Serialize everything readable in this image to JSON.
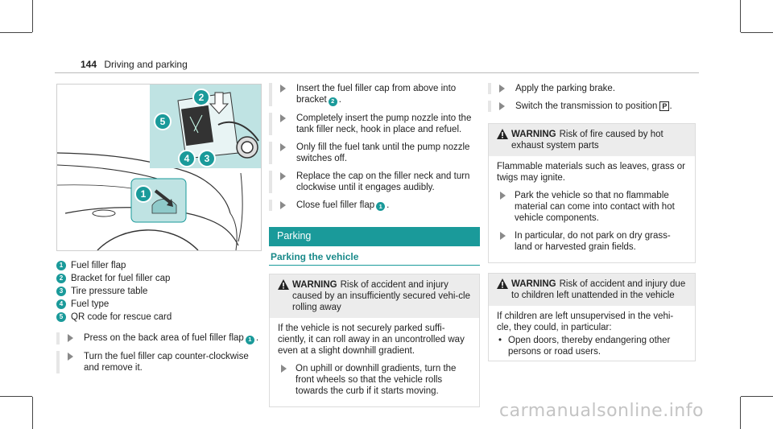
{
  "header": {
    "page_number": "144",
    "title": "Driving and parking"
  },
  "figure": {
    "callouts": [
      "1",
      "2",
      "3",
      "4",
      "5"
    ]
  },
  "legend": [
    {
      "num": "1",
      "text": "Fuel filler flap"
    },
    {
      "num": "2",
      "text": "Bracket for fuel filler cap"
    },
    {
      "num": "3",
      "text": "Tire pressure table"
    },
    {
      "num": "4",
      "text": "Fuel type"
    },
    {
      "num": "5",
      "text": "QR code for rescue card"
    }
  ],
  "col1_steps": [
    {
      "before": "Press on the back area of fuel filler flap",
      "ref": "1",
      "after": "."
    },
    {
      "before": "Turn the fuel filler cap counter-clockwise and remove it.",
      "ref": "",
      "after": ""
    }
  ],
  "col2_steps": [
    {
      "before": "Insert the fuel filler cap from above into bracket",
      "ref": "2",
      "after": "."
    },
    {
      "before": "Completely insert the pump nozzle into the tank filler neck, hook in place and refuel.",
      "ref": "",
      "after": ""
    },
    {
      "before": "Only fill the fuel tank until the pump nozzle switches off.",
      "ref": "",
      "after": ""
    },
    {
      "before": "Replace the cap on the filler neck and turn clockwise until it engages audibly.",
      "ref": "",
      "after": ""
    },
    {
      "before": "Close fuel filler flap",
      "ref": "1",
      "after": "."
    }
  ],
  "parking": {
    "section_title": "Parking",
    "subheading": "Parking the vehicle",
    "warning": {
      "label": "WARNING",
      "title": "Risk of accident and injury caused by an insufficiently secured vehi-cle rolling away",
      "body": "If the vehicle is not securely parked suffi-ciently, it can roll away in an uncontrolled way even at a slight downhill gradient.",
      "step": "On uphill or downhill gradients, turn the front wheels so that the vehicle rolls towards the curb if it starts moving."
    }
  },
  "col3_steps": [
    {
      "text": "Apply the parking brake.",
      "symbol": ""
    },
    {
      "text": "Switch the transmission to position",
      "symbol": "P"
    }
  ],
  "warning_fire": {
    "label": "WARNING",
    "title": "Risk of fire caused by hot exhaust system parts",
    "body": "Flammable materials such as leaves, grass or twigs may ignite.",
    "steps": [
      "Park the vehicle so that no flammable material can come into contact with hot vehicle components.",
      "In particular, do not park on dry grass-land or harvested grain fields."
    ]
  },
  "warning_children": {
    "label": "WARNING",
    "title": "Risk of accident and injury due to children left unattended in the vehicle",
    "body": "If children are left unsupervised in the vehi-cle, they could, in particular:",
    "bullets": [
      "Open doors, thereby endangering other persons or road users."
    ]
  },
  "watermark": "carmanualsonline.info",
  "colors": {
    "accent": "#1a9a9a",
    "warn_bg": "#ececec"
  }
}
